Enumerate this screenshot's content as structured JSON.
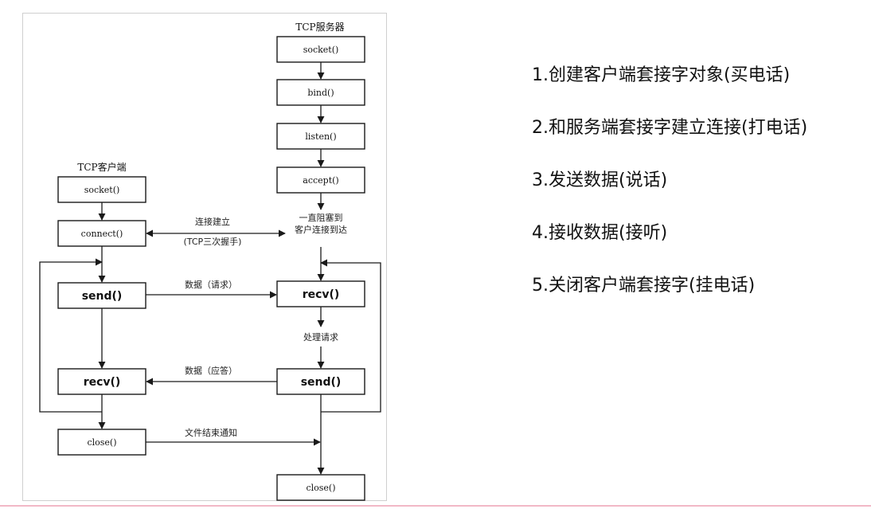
{
  "diagram": {
    "server_title": "TCP服务器",
    "client_title": "TCP客户端",
    "server_boxes": [
      "socket()",
      "bind()",
      "listen()",
      "accept()"
    ],
    "server_recv": "recv()",
    "server_send": "send()",
    "server_close": "close()",
    "client_socket": "socket()",
    "client_connect": "connect()",
    "client_send": "send()",
    "client_recv": "recv()",
    "client_close": "close()",
    "block_line1": "一直阻塞到",
    "block_line2": "客户连接到达",
    "connect_label1": "连接建立",
    "connect_label2": "(TCP三次握手)",
    "request_label": "数据（请求）",
    "process_label": "处理请求",
    "response_label": "数据（应答）",
    "eof_label": "文件结束通知"
  },
  "steps": [
    "1.创建客户端套接字对象(买电话)",
    "2.和服务端套接字建立连接(打电话)",
    "3.发送数据(说话)",
    "4.接收数据(接听)",
    "5.关闭客户端套接字(挂电话)"
  ]
}
